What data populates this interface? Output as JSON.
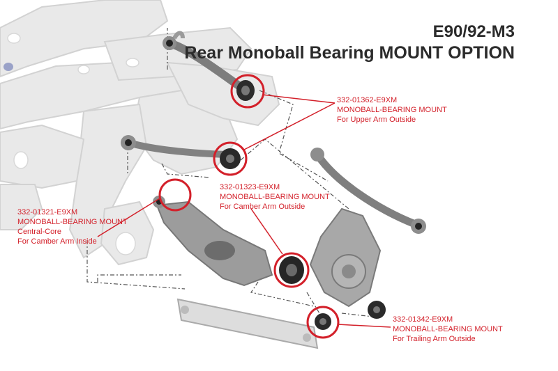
{
  "header": {
    "model": "E90/92-M3",
    "title": "Rear Monoball Bearing MOUNT OPTION"
  },
  "callouts": [
    {
      "part_no": "332-01362-E9XM",
      "name": "MONOBALL-BEARING MOUNT",
      "detail": "For Upper Arm Outside"
    },
    {
      "part_no": "332-01323-E9XM",
      "name": "MONOBALL-BEARING MOUNT",
      "detail": "For Camber Arm Outside"
    },
    {
      "part_no": "332-01321-E9XM",
      "name": "MONOBALL-BEARING MOUNT",
      "detail_1": "Central-Core",
      "detail_2": "For Camber Arm Inside"
    },
    {
      "part_no": "332-01342-E9XM",
      "name": "MONOBALL-BEARING MOUNT",
      "detail": "For Trailing Arm Outside"
    }
  ],
  "colors": {
    "accent": "#d3202a",
    "title": "#2b2b2b",
    "subframe": "#e6e6e6",
    "arm": "#8a8a8a",
    "bushing": "#2a2a2a"
  }
}
